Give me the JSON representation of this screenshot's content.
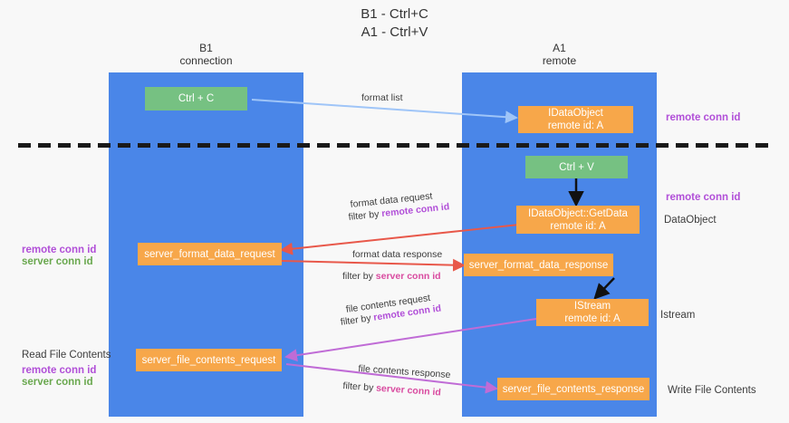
{
  "title": {
    "line1": "B1 - Ctrl+C",
    "line2": "A1 - Ctrl+V"
  },
  "lanes": {
    "b1": {
      "name": "B1",
      "role": "connection"
    },
    "a1": {
      "name": "A1",
      "role": "remote"
    }
  },
  "boxes": {
    "ctrl_c": {
      "label": "Ctrl + C",
      "color": "#76c182"
    },
    "idataobject": {
      "line1": "IDataObject",
      "line2": "remote id: A",
      "color": "#f7a74a"
    },
    "ctrl_v": {
      "label": "Ctrl + V",
      "color": "#76c182"
    },
    "getdata": {
      "line1": "IDataObject::GetData",
      "line2": "remote id: A",
      "color": "#f7a74a"
    },
    "server_format_data_request": {
      "label": "server_format_data_request",
      "color": "#f7a74a"
    },
    "server_format_data_response": {
      "label": "server_format_data_response",
      "color": "#f7a74a"
    },
    "istream": {
      "line1": "IStream",
      "line2": "remote id: A",
      "color": "#f7a74a"
    },
    "server_file_contents_request": {
      "label": "server_file_contents_request",
      "color": "#f7a74a"
    },
    "server_file_contents_response": {
      "label": "server_file_contents_response",
      "color": "#f7a74a"
    }
  },
  "messages": {
    "format_list": "format list",
    "format_data_request": "format data request",
    "format_data_request_filter_prefix": "filter by ",
    "format_data_request_filter_key": "remote conn id",
    "format_data_response": "format data response",
    "format_data_response_filter_prefix": "filter by ",
    "format_data_response_filter_key": "server conn id",
    "file_contents_request": "file contents request",
    "file_contents_request_filter_prefix": "filter by ",
    "file_contents_request_filter_key": "remote conn id",
    "file_contents_response": "file contents response",
    "file_contents_response_filter_prefix": "filter by ",
    "file_contents_response_filter_key": "server conn id"
  },
  "right_labels": {
    "remote_conn_id_top": "remote conn id",
    "remote_conn_id_mid": "remote conn id",
    "dataobject": "DataObject",
    "istream": "Istream",
    "write_file_contents": "Write File Contents"
  },
  "left_labels": {
    "remote_conn_id": "remote conn id",
    "server_conn_id": "server conn id",
    "read_file_contents": "Read File Contents",
    "remote_conn_id_2": "remote conn id",
    "server_conn_id_2": "server conn id"
  },
  "colors": {
    "lane": "#4a86e8",
    "orange": "#f7a74a",
    "green": "#76c182",
    "purple": "#b14fd8",
    "pink": "#d94ba0",
    "red_arrow": "#e8584a",
    "blue_arrow": "#9fc5f8",
    "magenta_arrow": "#c06cd6"
  }
}
